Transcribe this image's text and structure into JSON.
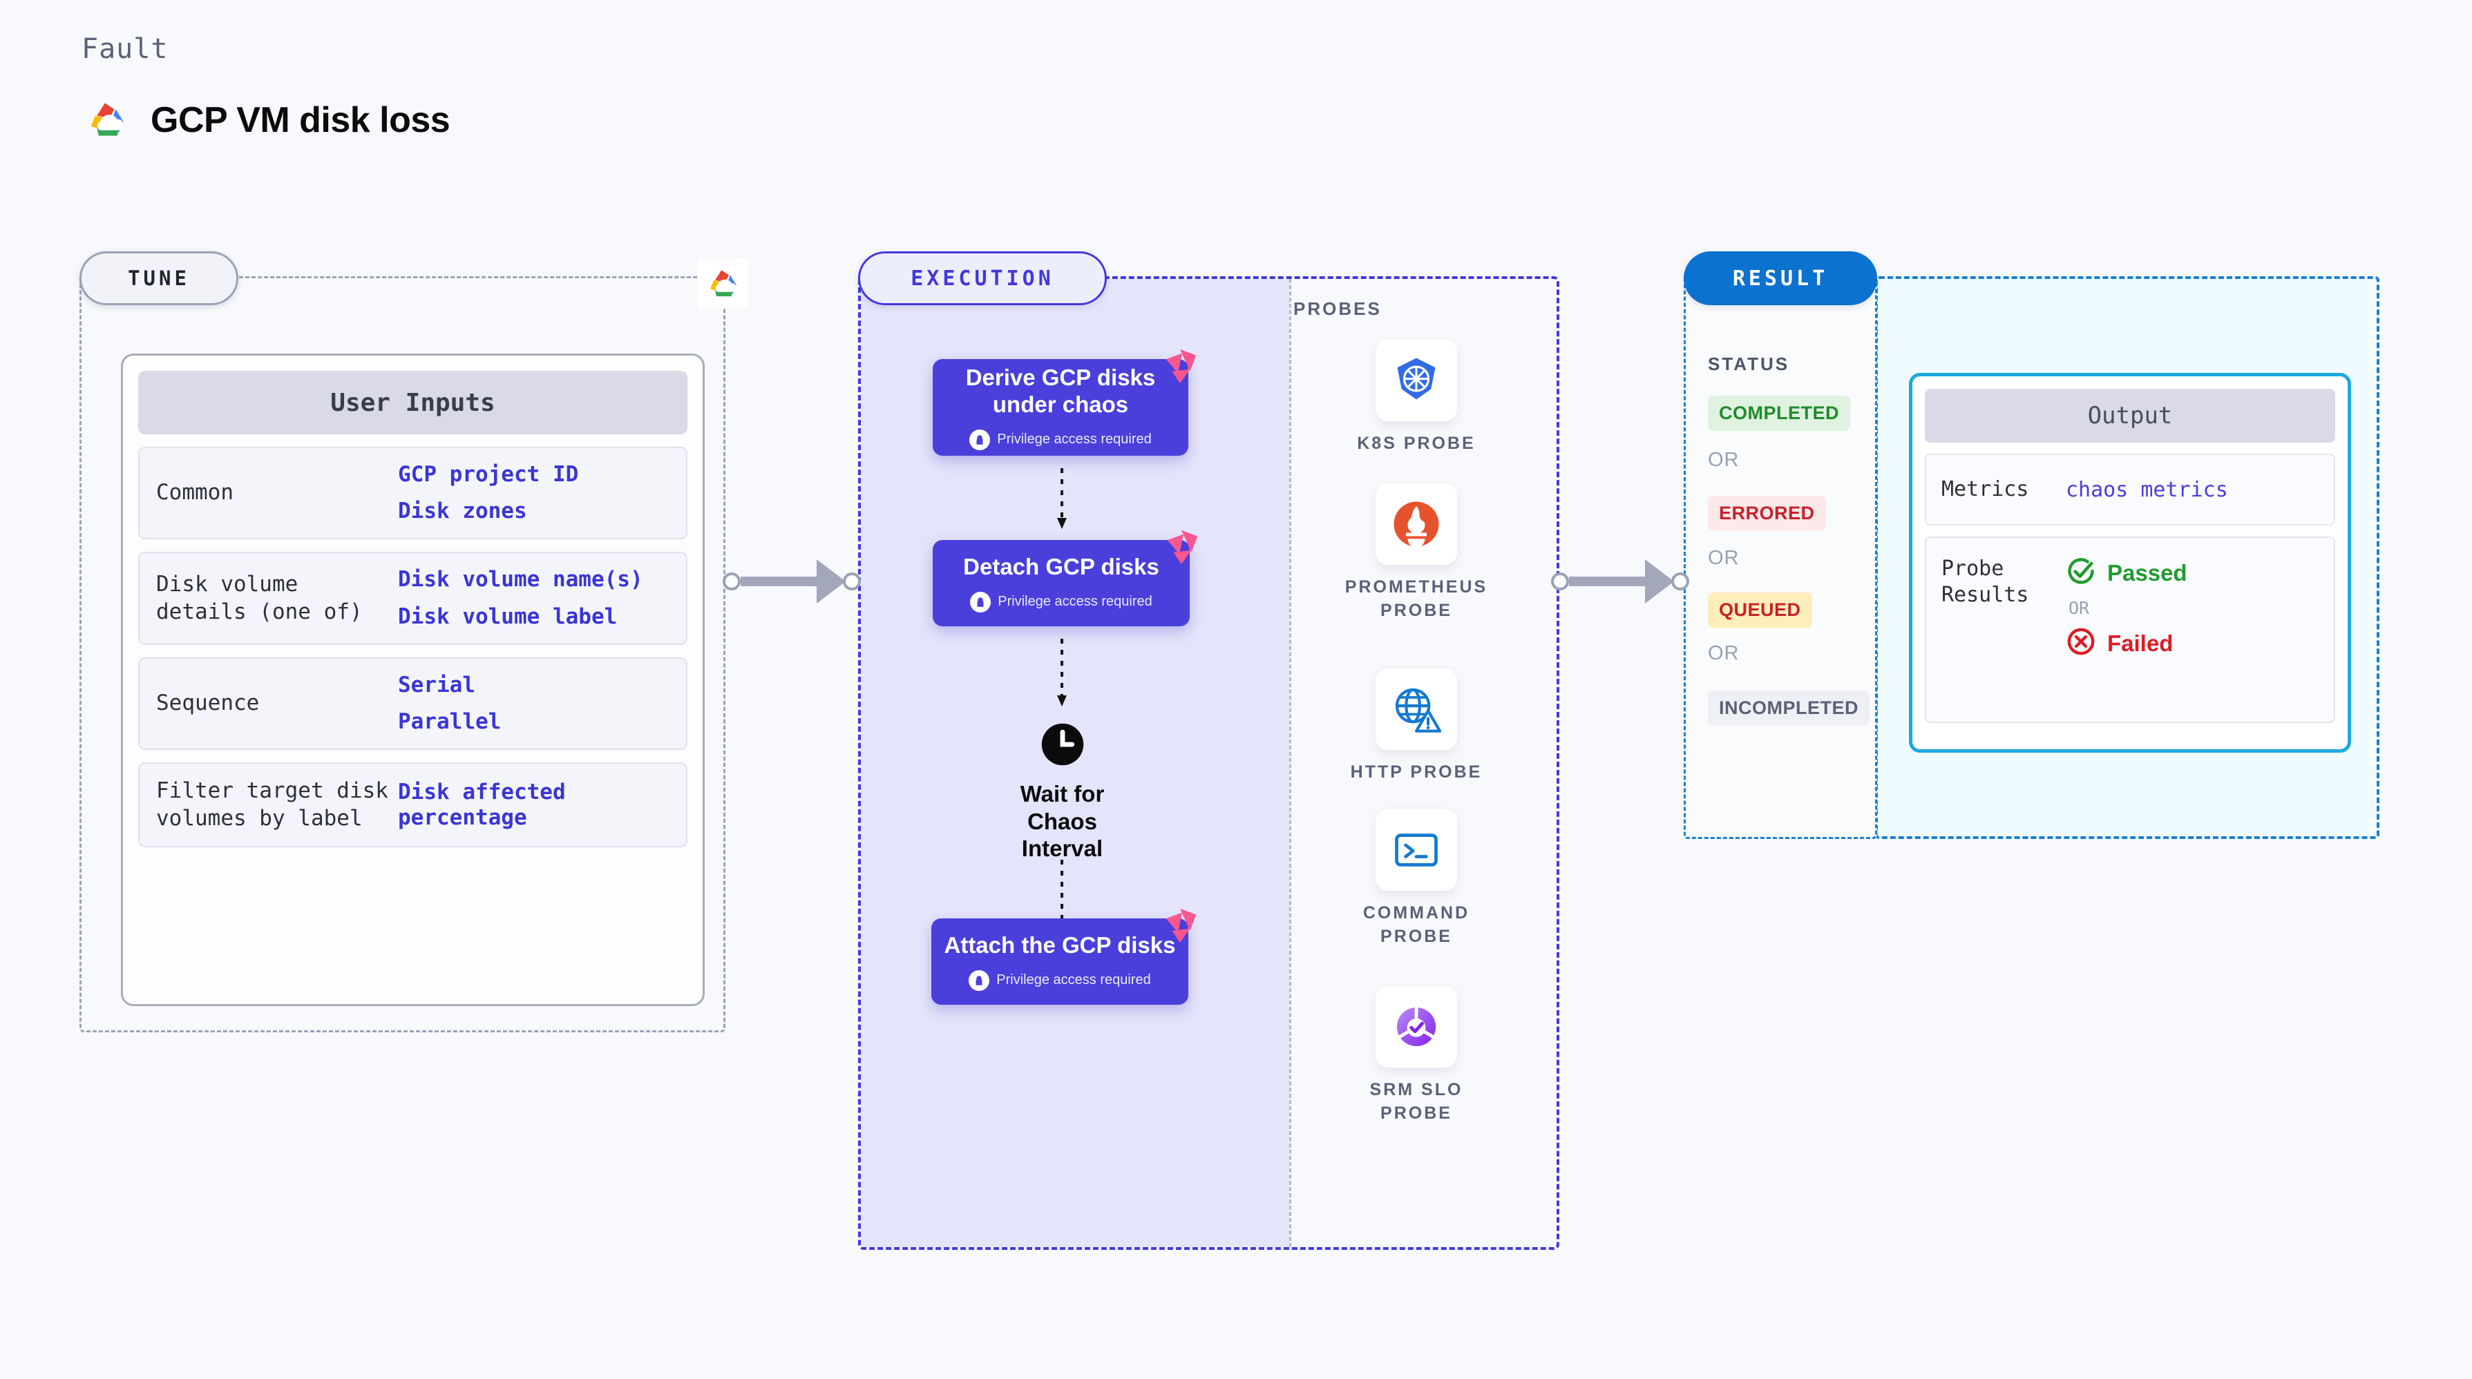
{
  "header": {
    "eyebrow": "Fault",
    "title": "GCP VM disk loss",
    "logo_icon": "gcp-cloud-icon"
  },
  "tune": {
    "pill_label": "TUNE",
    "edge_logo_icon": "gcp-cloud-icon",
    "card_title": "User Inputs",
    "rows": [
      {
        "label": "Common",
        "values": [
          "GCP project ID",
          "Disk zones"
        ]
      },
      {
        "label": "Disk volume details (one of)",
        "values": [
          "Disk volume name(s)",
          "Disk volume label"
        ]
      },
      {
        "label": "Sequence",
        "values": [
          "Serial",
          "Parallel"
        ]
      },
      {
        "label": "Filter target disk volumes by label",
        "values": [
          "Disk affected percentage"
        ]
      }
    ]
  },
  "execution": {
    "pill_label": "EXECUTION",
    "privilege_text": "Privilege access required",
    "steps": [
      {
        "title": "Derive GCP disks under chaos",
        "privilege": true,
        "badge_icon": "harness-ribbon-icon"
      },
      {
        "title": "Detach GCP disks",
        "privilege": true,
        "badge_icon": "harness-ribbon-icon"
      },
      {
        "title": "Wait for Chaos Interval",
        "privilege": false,
        "icon": "clock-icon"
      },
      {
        "title": "Attach the GCP disks",
        "privilege": true,
        "badge_icon": "harness-ribbon-icon"
      }
    ],
    "probes_label": "PROBES",
    "probes": [
      {
        "name": "K8S PROBE",
        "icon": "kubernetes-icon"
      },
      {
        "name": "PROMETHEUS PROBE",
        "icon": "prometheus-icon"
      },
      {
        "name": "HTTP PROBE",
        "icon": "globe-warning-icon"
      },
      {
        "name": "COMMAND PROBE",
        "icon": "terminal-icon"
      },
      {
        "name": "SRM SLO PROBE",
        "icon": "srm-slo-icon"
      }
    ]
  },
  "result": {
    "pill_label": "RESULT",
    "status_title": "STATUS",
    "or_label": "OR",
    "statuses": [
      {
        "label": "COMPLETED",
        "bg": "#dff3e0",
        "fg": "#1f8c2a"
      },
      {
        "label": "ERRORED",
        "bg": "#fde9e9",
        "fg": "#c8202a"
      },
      {
        "label": "QUEUED",
        "bg": "#fdeeba",
        "fg": "#c8202a"
      },
      {
        "label": "INCOMPLETED",
        "bg": "#eef0f6",
        "fg": "#5b6178"
      }
    ],
    "output": {
      "title": "Output",
      "metrics_label": "Metrics",
      "metrics_value": "chaos metrics",
      "probe_results_label": "Probe Results",
      "passed_label": "Passed",
      "failed_label": "Failed",
      "or_label": "OR",
      "passed_icon": "check-circle-icon",
      "failed_icon": "x-circle-icon"
    }
  },
  "colors": {
    "accent_indigo": "#4a3fdb",
    "accent_blue": "#0b72d0",
    "ribbon_pink": "#f7568f",
    "mono_value": "#3b35d6"
  }
}
